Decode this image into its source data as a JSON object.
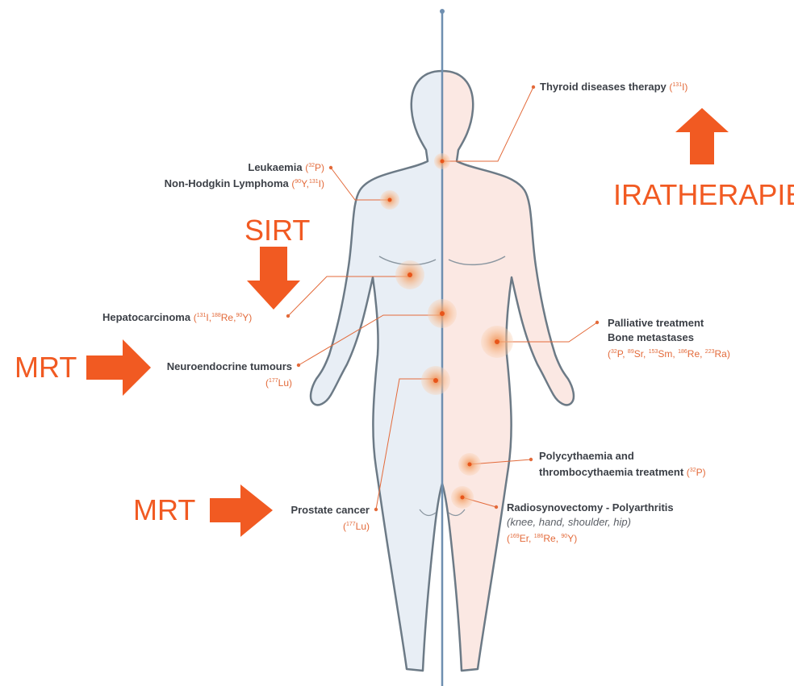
{
  "colors": {
    "accent": "#f15a22",
    "leader": "#e36a3a",
    "body_left": "#e8eef5",
    "body_right": "#fbe8e3",
    "outline": "#6c7a86"
  },
  "labels": {
    "thyroid": {
      "text": "Thyroid diseases therapy",
      "iso": "(131I)"
    },
    "leukaemia": {
      "line1": "Leukaemia",
      "iso1": "(32P)",
      "line2": "Non-Hodgkin Lymphoma",
      "iso2": "(90Y,131I)"
    },
    "hepato": {
      "text": "Hepatocarcinoma",
      "iso": "(131I,188Re,90Y)"
    },
    "neuro": {
      "text": "Neuroendocrine tumours",
      "iso": "(177Lu)"
    },
    "prostate": {
      "text": "Prostate cancer",
      "iso": "(177Lu)"
    },
    "palliative": {
      "line1": "Palliative treatment",
      "line2": "Bone metastases",
      "iso": "(32P, 89Sr, 153Sm, 186Re, 223Ra)"
    },
    "polycyth": {
      "line1": "Polycythaemia and",
      "line2": "thrombocythaemia treatment",
      "iso": "(32P)"
    },
    "radiosyn": {
      "line1": "Radiosynovectomy - Polyarthritis",
      "line2": "(knee, hand, shoulder, hip)",
      "iso": "(169Er, 186Re, 90Y)"
    }
  },
  "annotations": {
    "iratherapie": "IRATHERAPIE",
    "sirt": "SIRT",
    "mrt_top": "MRT",
    "mrt_bottom": "MRT"
  }
}
